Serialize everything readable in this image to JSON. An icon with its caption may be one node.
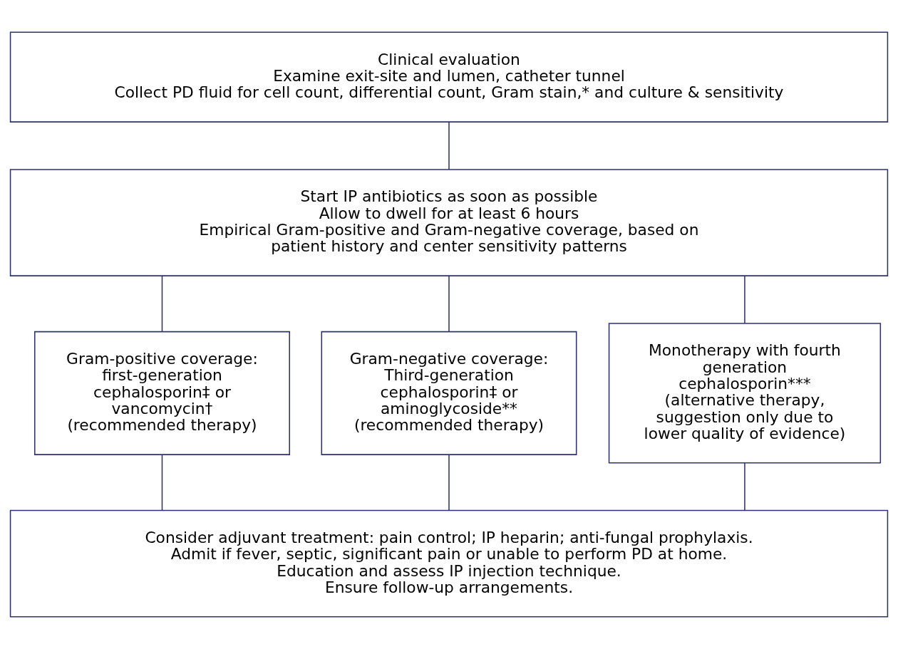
{
  "diagram": {
    "nodes": [
      {
        "text": [
          "Clinical evaluation",
          "Examine exit-site and lumen, catheter tunnel",
          "Collect PD fluid for cell count, differential count, Gram stain,* and culture & sensitivity"
        ]
      },
      {
        "text": [
          "Start IP antibiotics as soon as possible",
          "Allow to dwell for at least 6 hours",
          "Empirical Gram-positive and Gram-negative coverage, based on patient history and center sensitivity patterns"
        ]
      },
      {
        "text": [
          "Gram-positive coverage: first-generation cephalosporin‡ or vancomycin†",
          "(recommended therapy)"
        ]
      },
      {
        "text": [
          "Gram-negative coverage: Third-generation cephalosporin‡ or aminoglycoside**",
          "(recommended therapy)"
        ]
      },
      {
        "text": [
          "Monotherapy with fourth generation cephalosporin***",
          "(alternative therapy, suggestion only due to lower quality of evidence)"
        ]
      },
      {
        "text": [
          "Consider adjuvant treatment: pain control; IP heparin; anti-fungal prophylaxis.",
          "Admit if fever, septic, significant pain or unable to perform PD at home.",
          "Education and assess IP injection technique.",
          "Ensure follow-up arrangements."
        ]
      }
    ],
    "edges": [
      {
        "from": 0,
        "to": 1,
        "arrow": "none"
      },
      {
        "from": 1,
        "to": 2,
        "arrow": "none"
      },
      {
        "from": 1,
        "to": 3,
        "arrow": "none"
      },
      {
        "from": 1,
        "to": 4,
        "arrow": "none"
      },
      {
        "from": 2,
        "to": 5,
        "arrow": "none"
      },
      {
        "from": 3,
        "to": 5,
        "arrow": "none"
      },
      {
        "from": 4,
        "to": 5,
        "arrow": "none"
      }
    ]
  }
}
